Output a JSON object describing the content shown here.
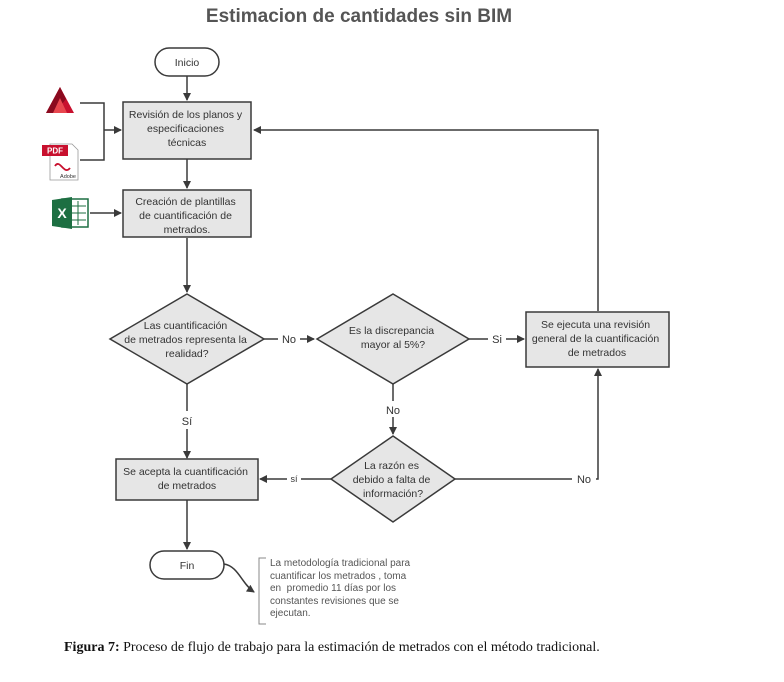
{
  "title": "Estimacion de cantidades sin BIM",
  "nodes": {
    "inicio": "Inicio",
    "revision": [
      "Revisión de los planos y",
      "especificaciones",
      "técnicas"
    ],
    "creacion": [
      "Creación de plantillas",
      "de cuantificación de",
      "metrados."
    ],
    "decision1": [
      "Las cuantificación",
      "de metrados representa la",
      "realidad?"
    ],
    "decision2": [
      "Es la discrepancia",
      "mayor al 5%?"
    ],
    "revision_general": [
      "Se ejecuta una revisión",
      "general de la cuantificación",
      "de metrados"
    ],
    "decision3": [
      "La razón es",
      "debido a falta de",
      "información?"
    ],
    "acepta": [
      "Se acepta la cuantificación",
      "de metrados"
    ],
    "fin": "Fin"
  },
  "edge_labels": {
    "d1_no": "No",
    "d2_si": "Si",
    "d1_si": "Sí",
    "d2_no": "No",
    "d3_si": "sí",
    "d3_no": "No"
  },
  "icons": {
    "autocad": "autocad-icon",
    "pdf": "pdf-icon",
    "pdf_badge": "PDF",
    "pdf_sub": "Adobe",
    "excel": "excel-icon",
    "excel_letter": "X"
  },
  "note": [
    "La metodología tradicional para",
    "cuantificar los metrados , toma",
    "en  promedio 11 días por los",
    "constantes revisiones que se",
    "ejecutan."
  ],
  "caption": {
    "label": "Figura 7:",
    "text": "Proceso de flujo de trabajo para la estimación de metrados con el método tradicional."
  },
  "colors": {
    "box_fill": "#e6e6e6",
    "stroke": "#3a3a3a",
    "autocad_red": "#c8102e",
    "excel_green": "#1d6f42"
  }
}
